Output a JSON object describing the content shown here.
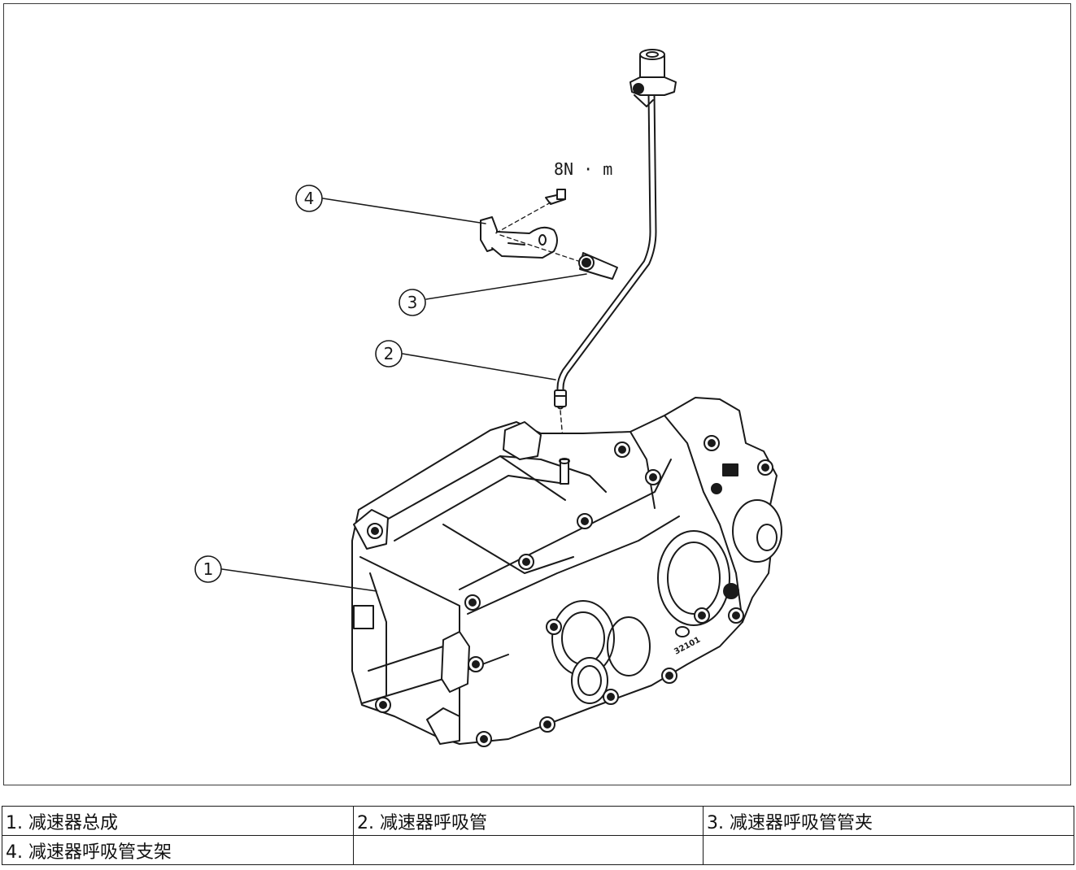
{
  "figure": {
    "torque_label": "8N · m",
    "callouts": [
      {
        "id": "1",
        "label": "1"
      },
      {
        "id": "2",
        "label": "2"
      },
      {
        "id": "3",
        "label": "3"
      },
      {
        "id": "4",
        "label": "4"
      }
    ],
    "part_id_marking": "32101"
  },
  "legend": {
    "rows": [
      [
        "1. 减速器总成",
        "2. 减速器呼吸管",
        "3. 减速器呼吸管管夹"
      ],
      [
        "4. 减速器呼吸管支架",
        "",
        ""
      ]
    ]
  }
}
